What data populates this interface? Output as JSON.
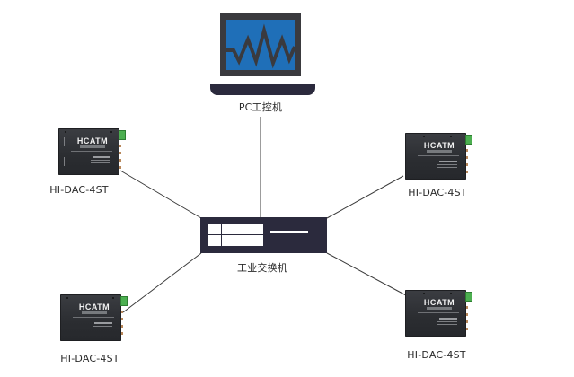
{
  "diagram": {
    "type": "network-topology",
    "nodes": {
      "pc": {
        "label": "PC工控机",
        "icon": "laptop-monitor-icon",
        "screen_color": "#1f6fb8",
        "frame_color": "#3a3a3e"
      },
      "switch": {
        "label": "工业交换机",
        "icon": "network-switch-icon",
        "color": "#2b2a3d"
      },
      "devices": [
        {
          "id": "device-top-left",
          "label": "HI-DAC-4ST",
          "brand": "HCATM"
        },
        {
          "id": "device-top-right",
          "label": "HI-DAC-4ST",
          "brand": "HCATM"
        },
        {
          "id": "device-bottom-left",
          "label": "HI-DAC-4ST",
          "brand": "HCATM"
        },
        {
          "id": "device-bottom-right",
          "label": "HI-DAC-4ST",
          "brand": "HCATM"
        }
      ]
    },
    "edges": [
      {
        "from": "pc",
        "to": "switch"
      },
      {
        "from": "switch",
        "to": "device-top-left"
      },
      {
        "from": "switch",
        "to": "device-top-right"
      },
      {
        "from": "switch",
        "to": "device-bottom-left"
      },
      {
        "from": "switch",
        "to": "device-bottom-right"
      }
    ],
    "colors": {
      "line": "#3a3a3a",
      "device_body": "#2e3034",
      "terminal": "#4caf50"
    }
  }
}
